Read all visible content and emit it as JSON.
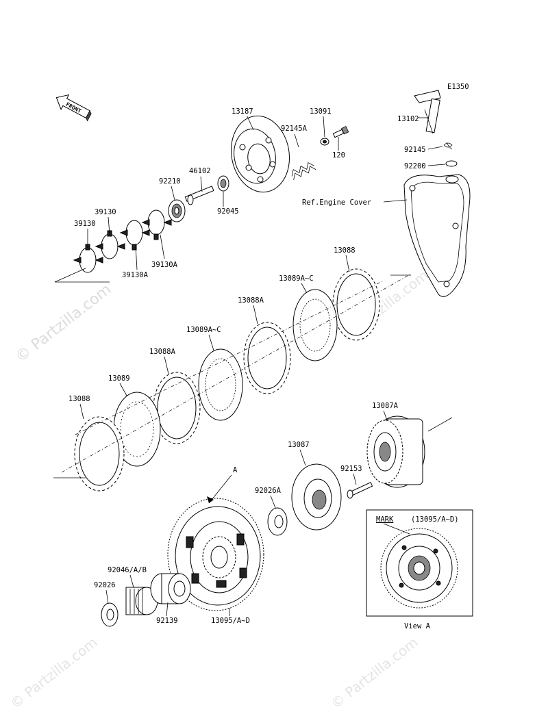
{
  "diagram_code": "E1350",
  "front_label": "FRONT",
  "watermark": "© Partzilla.com",
  "labels": {
    "p13102": "13102",
    "p92145": "92145",
    "p92200": "92200",
    "ref_engine_cover": "Ref.Engine Cover",
    "p13187": "13187",
    "p13091": "13091",
    "p92145A": "92145A",
    "p120": "120",
    "p46102": "46102",
    "p92210": "92210",
    "p92045": "92045",
    "p39130_a": "39130",
    "p39130_b": "39130",
    "p39130A_a": "39130A",
    "p39130A_b": "39130A",
    "p13088_top": "13088",
    "p13089AC_top": "13089A~C",
    "p13088A_top": "13088A",
    "p13089AC_mid": "13089A~C",
    "p13088A_mid": "13088A",
    "p13089": "13089",
    "p13088_bot": "13088",
    "p13087A": "13087A",
    "p13087": "13087",
    "p92153": "92153",
    "p92026A": "92026A",
    "callout_a": "A",
    "p92046AB": "92046/A/B",
    "p92026": "92026",
    "p92139": "92139",
    "p13095AD": "13095/A~D",
    "mark": "MARK",
    "mark_ref": "(13095/A~D)",
    "view_a": "View A"
  }
}
